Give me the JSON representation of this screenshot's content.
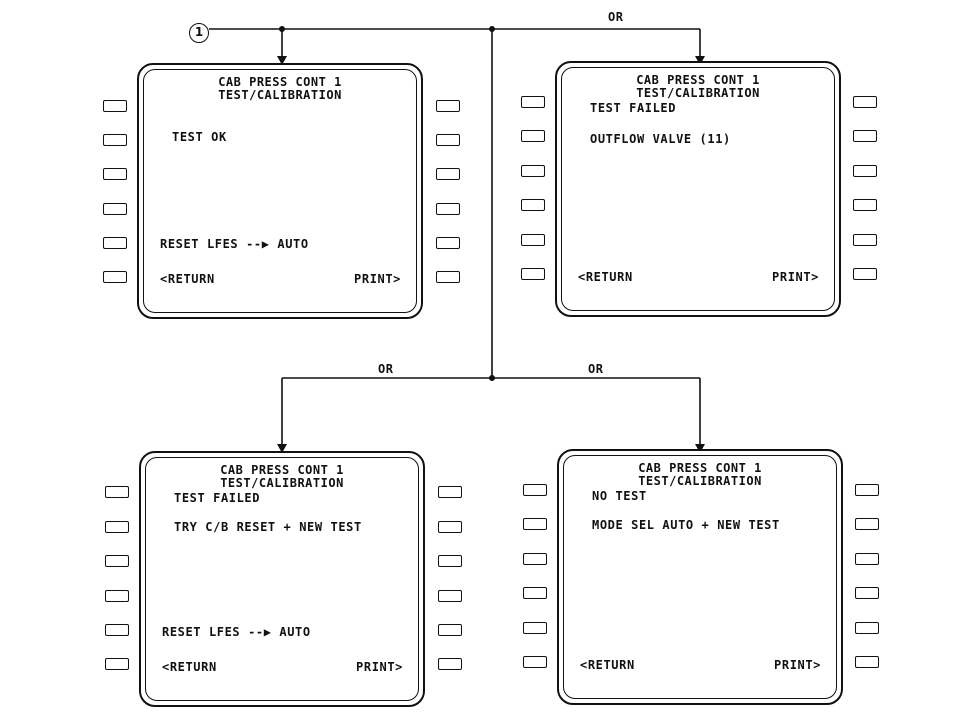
{
  "start_marker": "1",
  "or_label": "OR",
  "screens": [
    {
      "title1": "CAB PRESS CONT 1",
      "title2": "TEST/CALIBRATION",
      "line_top": "",
      "line2": "TEST OK",
      "line5": "RESET LFES --▶ AUTO",
      "return": "<RETURN",
      "print": "PRINT>"
    },
    {
      "title1": "CAB PRESS CONT 1",
      "title2": "TEST/CALIBRATION",
      "line_top": "TEST FAILED",
      "line2": "OUTFLOW VALVE (11)",
      "line5": "",
      "return": "<RETURN",
      "print": "PRINT>"
    },
    {
      "title1": "CAB PRESS CONT 1",
      "title2": "TEST/CALIBRATION",
      "line_top": "TEST FAILED",
      "line2": "TRY C/B RESET + NEW TEST",
      "line5": "RESET LFES --▶ AUTO",
      "return": "<RETURN",
      "print": "PRINT>"
    },
    {
      "title1": "CAB PRESS CONT 1",
      "title2": "TEST/CALIBRATION",
      "line_top": "NO TEST",
      "line2": "MODE SEL AUTO + NEW TEST",
      "line5": "",
      "return": "<RETURN",
      "print": "PRINT>"
    }
  ]
}
